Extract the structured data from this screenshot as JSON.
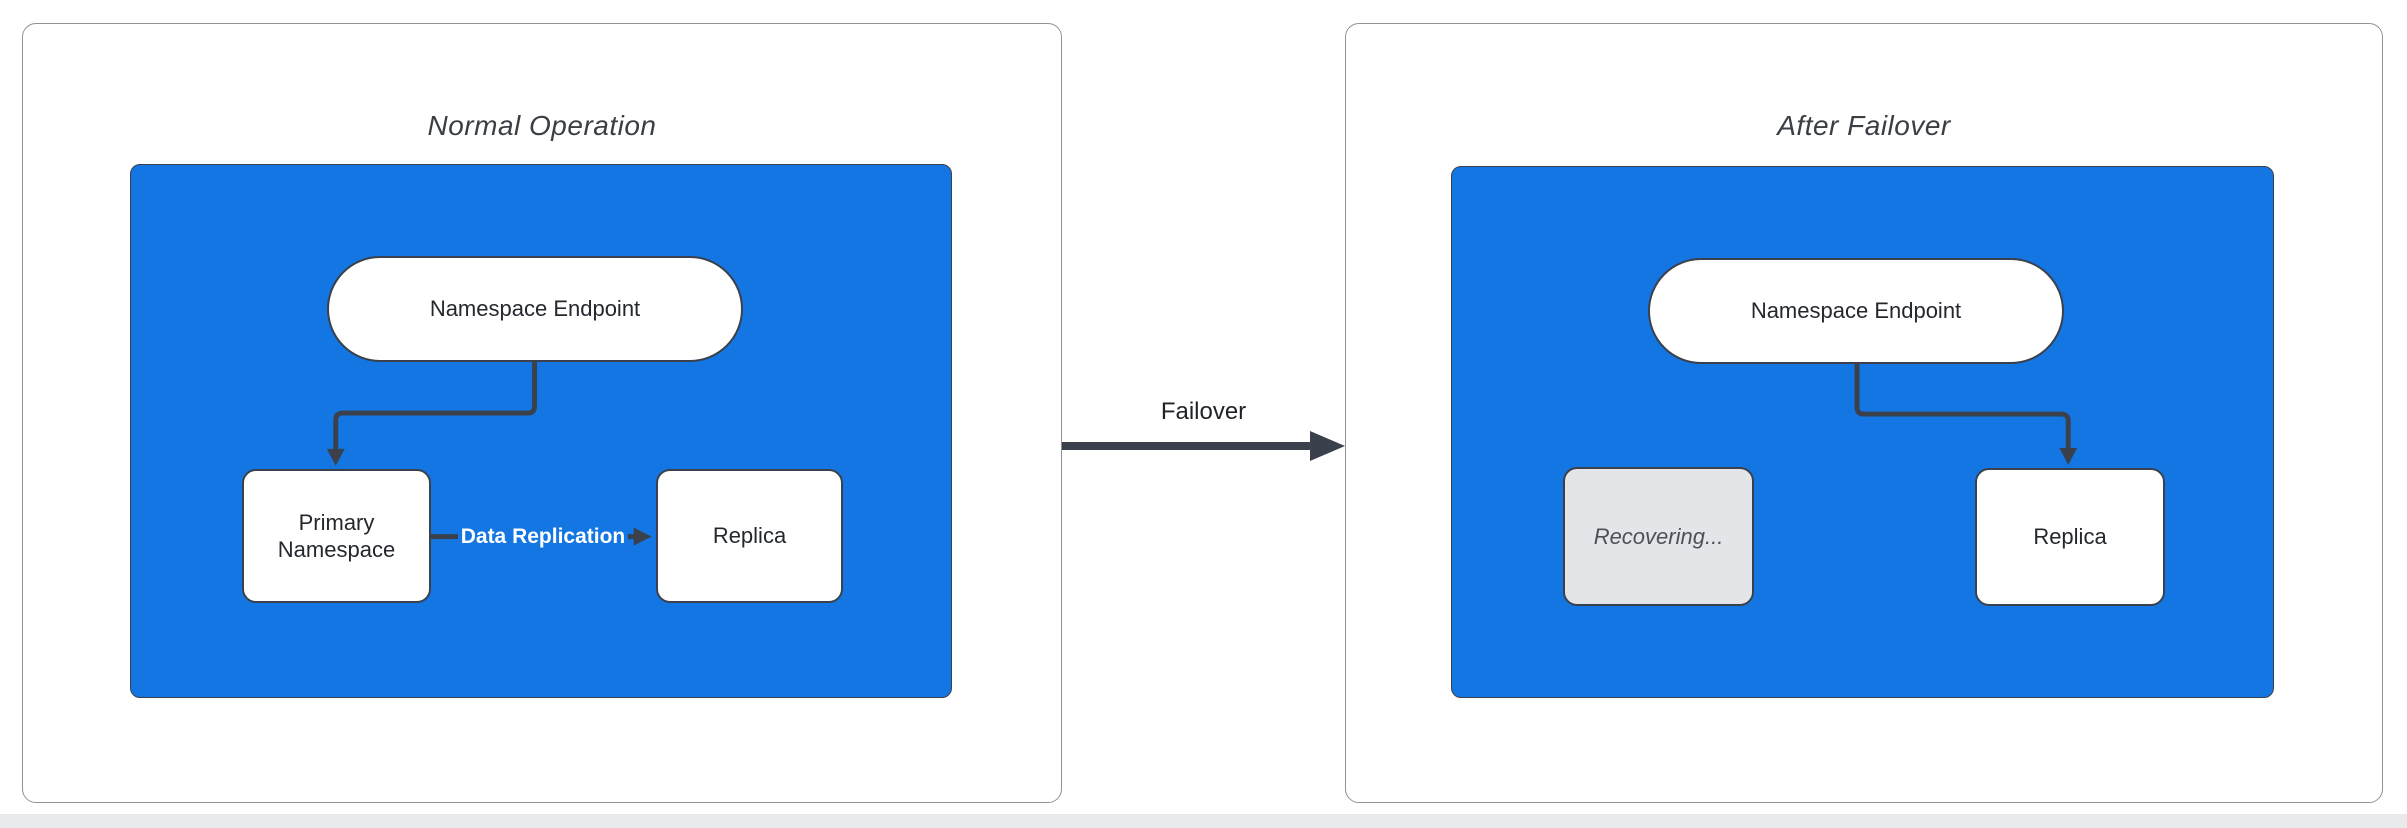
{
  "diagram": {
    "type": "flowchart",
    "left_panel": {
      "title": "Normal Operation",
      "nodes": {
        "namespace_endpoint": "Namespace Endpoint",
        "primary_namespace": "Primary Namespace",
        "replica": "Replica"
      },
      "edges": {
        "replication_label": "Data Replication"
      }
    },
    "transition": {
      "label": "Failover"
    },
    "right_panel": {
      "title": "After Failover",
      "nodes": {
        "namespace_endpoint": "Namespace Endpoint",
        "recovering": "Recovering...",
        "replica": "Replica"
      }
    },
    "colors": {
      "cluster_blue": "#1476E2",
      "stroke_dark": "#3A414C",
      "node_white": "#FFFFFF",
      "recovering_gray": "#E3E5E8",
      "panel_border": "#8F9398",
      "edge_label_text": "#FFFFFF",
      "title_text": "#3A3F46"
    }
  }
}
